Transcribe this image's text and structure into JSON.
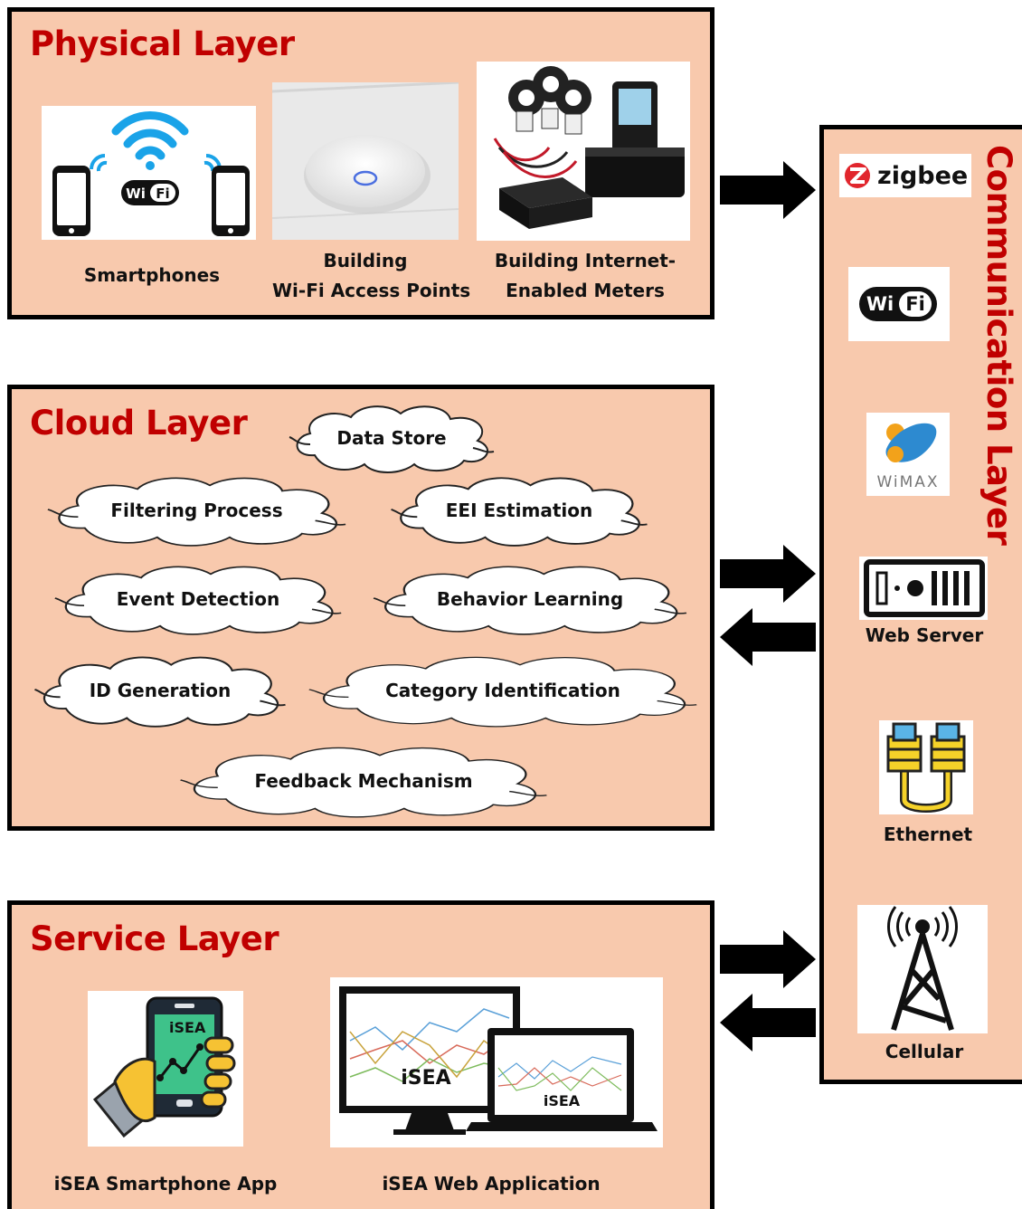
{
  "physical_layer": {
    "title": "Physical Layer",
    "items": [
      {
        "label_lines": [
          "Smartphones"
        ]
      },
      {
        "label_lines": [
          "Building",
          "Wi-Fi Access Points"
        ]
      },
      {
        "label_lines": [
          "Building Internet-",
          "Enabled Meters"
        ]
      }
    ],
    "wifi_badge": "Wi Fi"
  },
  "cloud_layer": {
    "title": "Cloud Layer",
    "clouds": [
      "Data Store",
      "Filtering Process",
      "EEI Estimation",
      "Event Detection",
      "Behavior Learning",
      "ID Generation",
      "Category Identification",
      "Feedback Mechanism"
    ]
  },
  "service_layer": {
    "title": "Service Layer",
    "items": [
      "iSEA Smartphone App",
      "iSEA Web Application"
    ],
    "app_screen_label": "iSEA",
    "monitor_label": "iSEA",
    "laptop_label": "iSEA"
  },
  "communication_layer": {
    "title": "Communication Layer",
    "zigbee_logo": "zigbee",
    "wifi_logo": "Wi Fi",
    "wimax_logo": "WiMAX",
    "captions": [
      "Web Server",
      "Ethernet",
      "Cellular"
    ]
  },
  "colors": {
    "layer_fill": "#f8c9ad",
    "title_red": "#c00000",
    "border": "#000000"
  }
}
